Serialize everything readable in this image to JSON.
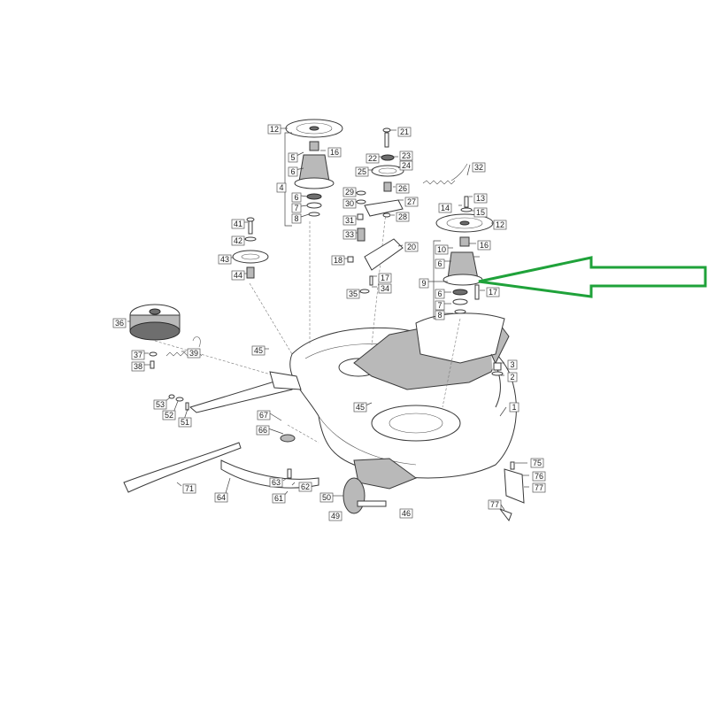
{
  "diagram": {
    "highlighted_part": "9",
    "highlight_color": "#f2c14e",
    "arrow_color": "#1fa23a",
    "labels": {
      "p1": "1",
      "p2": "2",
      "p3": "3",
      "p4": "4",
      "p5": "5",
      "p6a": "6",
      "p6b": "6",
      "p6c": "6",
      "p6d": "6",
      "p7a": "7",
      "p7b": "7",
      "p8a": "8",
      "p8b": "8",
      "p9": "9",
      "p10": "10",
      "p12a": "12",
      "p12b": "12",
      "p13": "13",
      "p14": "14",
      "p15": "15",
      "p16a": "16",
      "p16b": "16",
      "p17": "17",
      "p18": "18",
      "p20": "20",
      "p21": "21",
      "p22": "22",
      "p23": "23",
      "p24": "24",
      "p25": "25",
      "p26": "26",
      "p27": "27",
      "p28": "28",
      "p29": "29",
      "p30": "30",
      "p31": "31",
      "p32": "32",
      "p33": "33",
      "p34": "34",
      "p35": "35",
      "p36": "36",
      "p37": "37",
      "p38": "38",
      "p39": "39",
      "p41": "41",
      "p42": "42",
      "p43": "43",
      "p44": "44",
      "p45a": "45",
      "p45b": "45",
      "p46": "46",
      "p49": "49",
      "p50": "50",
      "p51": "51",
      "p52": "52",
      "p53": "53",
      "p61": "61",
      "p62": "62",
      "p63": "63",
      "p64": "64",
      "p66": "66",
      "p67": "67",
      "p71": "71",
      "p75": "75",
      "p76": "76",
      "p77a": "77",
      "p77b": "77"
    }
  }
}
